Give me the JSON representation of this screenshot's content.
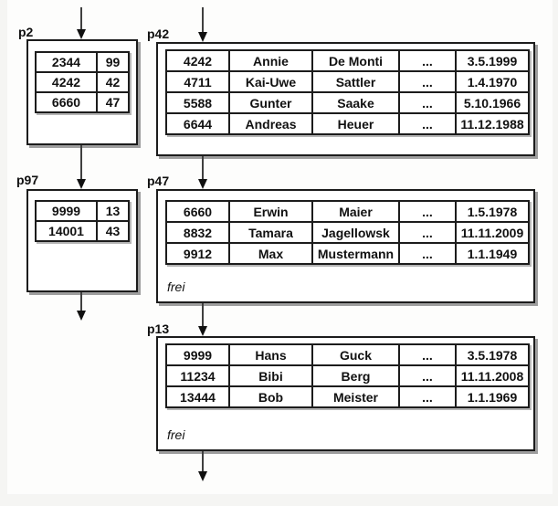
{
  "diagram": {
    "pages": [
      {
        "label": "p2",
        "rows": [
          [
            "2344",
            "99"
          ],
          [
            "4242",
            "42"
          ],
          [
            "6660",
            "47"
          ]
        ]
      },
      {
        "label": "p42",
        "rows": [
          [
            "4242",
            "Annie",
            "De Monti",
            "...",
            "3.5.1999"
          ],
          [
            "4711",
            "Kai-Uwe",
            "Sattler",
            "...",
            "1.4.1970"
          ],
          [
            "5588",
            "Gunter",
            "Saake",
            "...",
            "5.10.1966"
          ],
          [
            "6644",
            "Andreas",
            "Heuer",
            "...",
            "11.12.1988"
          ]
        ]
      },
      {
        "label": "p97",
        "rows": [
          [
            "9999",
            "13"
          ],
          [
            "14001",
            "43"
          ]
        ]
      },
      {
        "label": "p47",
        "rows": [
          [
            "6660",
            "Erwin",
            "Maier",
            "...",
            "1.5.1978"
          ],
          [
            "8832",
            "Tamara",
            "Jagellowsk",
            "...",
            "11.11.2009"
          ],
          [
            "9912",
            "Max",
            "Mustermann",
            "...",
            "1.1.1949"
          ]
        ],
        "frei_label": "frei"
      },
      {
        "label": "p13",
        "rows": [
          [
            "9999",
            "Hans",
            "Guck",
            "...",
            "3.5.1978"
          ],
          [
            "11234",
            "Bibi",
            "Berg",
            "...",
            "11.11.2008"
          ],
          [
            "13444",
            "Bob",
            "Meister",
            "...",
            "1.1.1969"
          ]
        ],
        "frei_label": "frei"
      }
    ],
    "colors": {
      "box_border": "#1c1c1c",
      "shadow": "#9e9e9e",
      "arrow": "#101010",
      "text": "#111111",
      "canvas": "#fdfdfc",
      "margin": "#f5f5f3"
    }
  }
}
